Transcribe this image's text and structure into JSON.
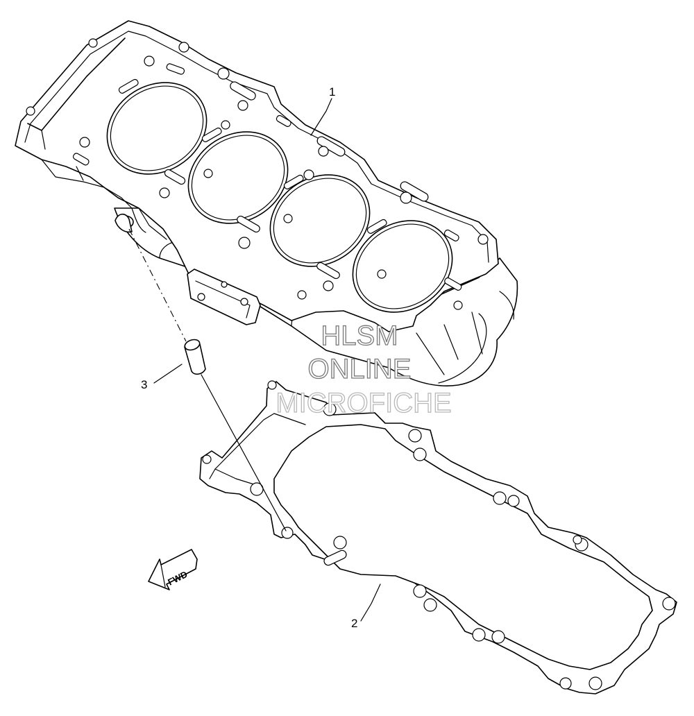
{
  "diagram": {
    "callouts": [
      {
        "id": "cylinder",
        "label": "1"
      },
      {
        "id": "gasket",
        "label": "2"
      },
      {
        "id": "dowel-pin",
        "label": "3"
      }
    ],
    "fwd_label": "FWD",
    "watermark": {
      "line1": "HLSM",
      "line2": "ONLINE",
      "line3": "MICROFICHE"
    }
  }
}
